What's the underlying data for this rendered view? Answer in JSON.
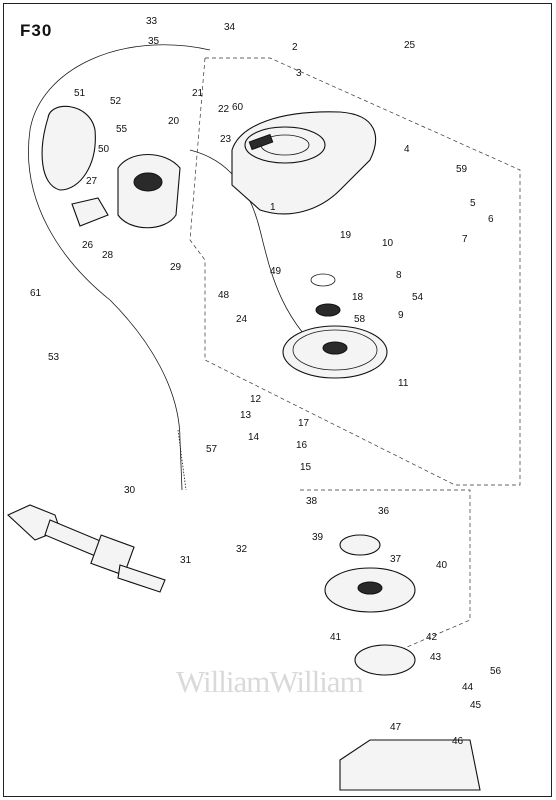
{
  "figure_code": "F30",
  "watermark": "WilliamWilliam",
  "callouts": [
    "1",
    "2",
    "3",
    "4",
    "5",
    "6",
    "7",
    "8",
    "9",
    "10",
    "11",
    "12",
    "13",
    "14",
    "15",
    "16",
    "17",
    "18",
    "19",
    "20",
    "21",
    "22",
    "23",
    "24",
    "25",
    "26",
    "27",
    "28",
    "29",
    "30",
    "31",
    "32",
    "33",
    "34",
    "35",
    "36",
    "37",
    "38",
    "39",
    "40",
    "41",
    "42",
    "43",
    "44",
    "45",
    "46",
    "47",
    "48",
    "49",
    "50",
    "51",
    "52",
    "53",
    "54",
    "55",
    "56",
    "57",
    "58",
    "59",
    "60",
    "61"
  ]
}
